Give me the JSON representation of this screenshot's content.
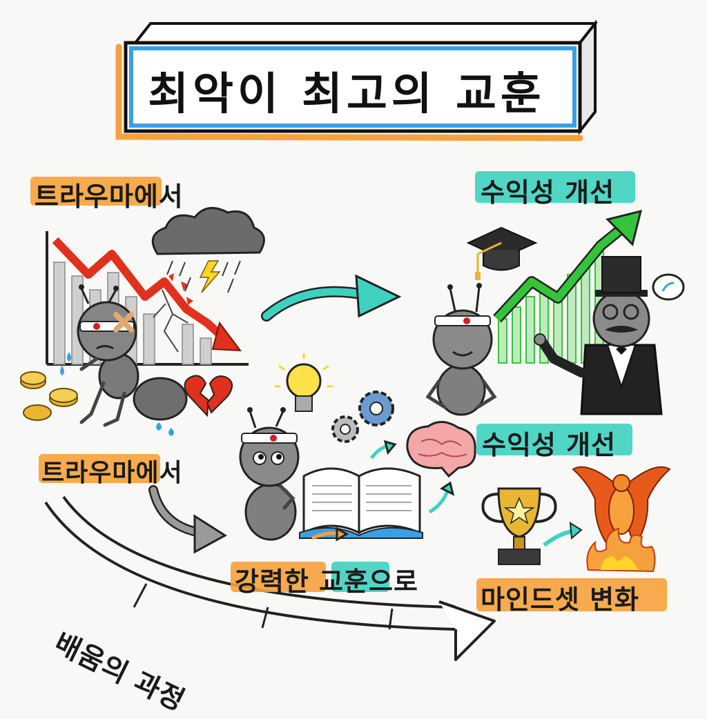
{
  "title": "최악이 최고의 교훈",
  "labels": {
    "trauma_top": {
      "highlight": "트라우마",
      "rest": "에서"
    },
    "trauma_mid": {
      "highlight": "트라우마",
      "rest": "에서"
    },
    "profit_top": "수익성 개선",
    "profit_mid": "수익성 개선",
    "lesson": {
      "part1": "강력한",
      "part2": "교훈",
      "part3": "으로"
    },
    "mindset": "마인드셋 변화",
    "learning": "배움의 과정"
  },
  "colors": {
    "orange": "#f6a13c",
    "teal": "#3ed1c0",
    "blue": "#3aa0e6",
    "red": "#e0301e",
    "green": "#34c43a"
  },
  "icons": [
    "crashing-chart-icon",
    "storm-cloud-icon",
    "broken-heart-icon",
    "coins-icon",
    "sad-ant-icon",
    "thinking-ant-icon",
    "lightbulb-icon",
    "gears-icon",
    "open-book-icon",
    "brain-icon",
    "graduation-cap-icon",
    "rising-chart-icon",
    "confident-ant-icon",
    "tophat-gentleman-icon",
    "trophy-icon",
    "phoenix-icon"
  ]
}
